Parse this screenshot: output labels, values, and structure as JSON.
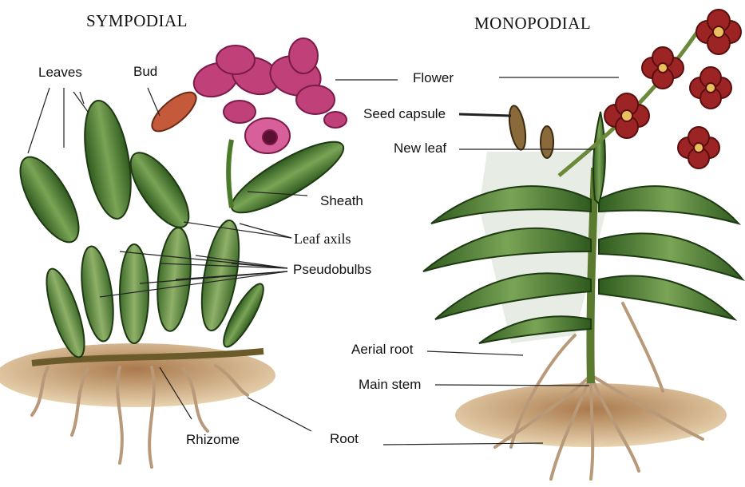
{
  "headings": {
    "left": "SYMPODIAL",
    "right": "MONOPODIAL"
  },
  "sympodial_labels": {
    "leaves": "Leaves",
    "bud": "Bud",
    "sheath": "Sheath",
    "leaf_axils": "Leaf axils",
    "pseudobulbs": "Pseudobulbs",
    "rhizome": "Rhizome",
    "root": "Root"
  },
  "monopodial_labels": {
    "flower": "Flower",
    "seed_capsule": "Seed capsule",
    "new_leaf": "New leaf",
    "aerial_root": "Aerial root",
    "main_stem": "Main stem"
  },
  "colors": {
    "leaf_dark": "#2f5a1f",
    "leaf_light": "#7aa455",
    "flower_pink": "#c0407a",
    "flower_red": "#9c2424",
    "soil": "#8a5a2e",
    "root": "#b89a7a",
    "bud": "#c45a3a",
    "leader_line": "#222222"
  }
}
